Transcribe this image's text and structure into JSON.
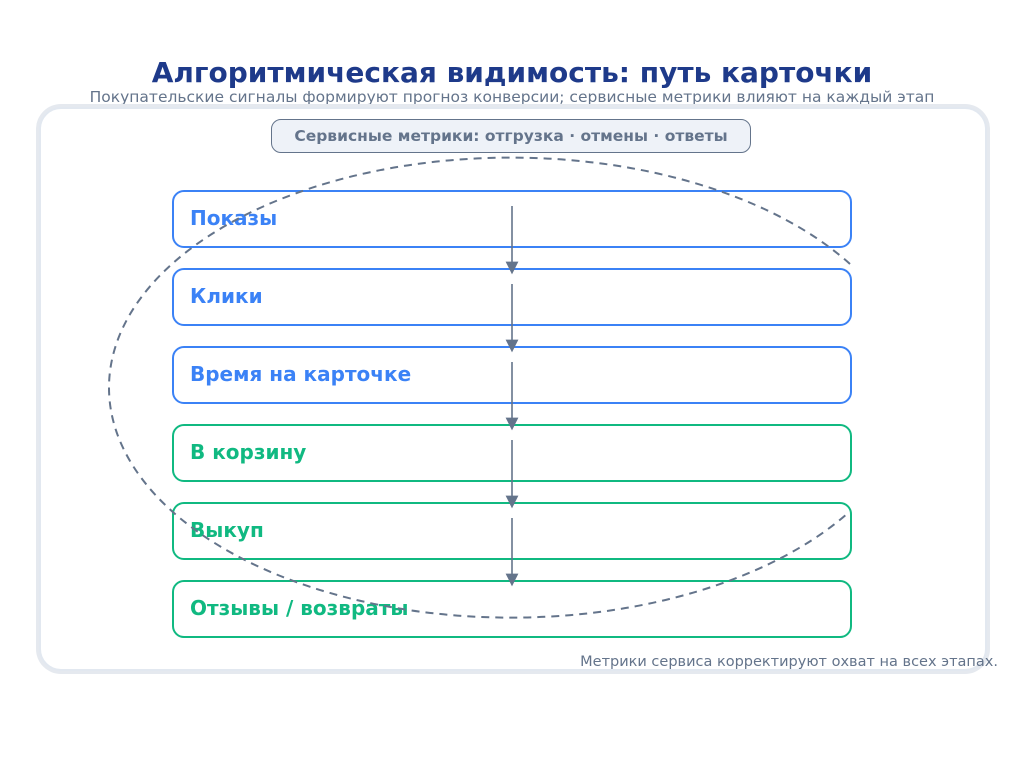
{
  "title": "Алгоритмическая видимость: путь карточки",
  "subtitle": "Покупательские сигналы формируют прогноз конверсии; сервисные метрики влияют на каждый этап",
  "service_label": "Сервисные метрики: отгрузка · отмены · ответы",
  "stages": [
    {
      "label": "Показы",
      "group": "buyer",
      "color": "#3b82f6"
    },
    {
      "label": "Клики",
      "group": "buyer",
      "color": "#3b82f6"
    },
    {
      "label": "Время на карточке",
      "group": "buyer",
      "color": "#3b82f6"
    },
    {
      "label": "В корзину",
      "group": "conversion",
      "color": "#10b981"
    },
    {
      "label": "Выкуп",
      "group": "conversion",
      "color": "#10b981"
    },
    {
      "label": "Отзывы / возвраты",
      "group": "conversion",
      "color": "#10b981"
    }
  ],
  "note": "Метрики сервиса корректируют охват на всех этапах.",
  "colors": {
    "title": "#1e3a8a",
    "muted": "#64748b",
    "blue": "#3b82f6",
    "green": "#10b981"
  }
}
